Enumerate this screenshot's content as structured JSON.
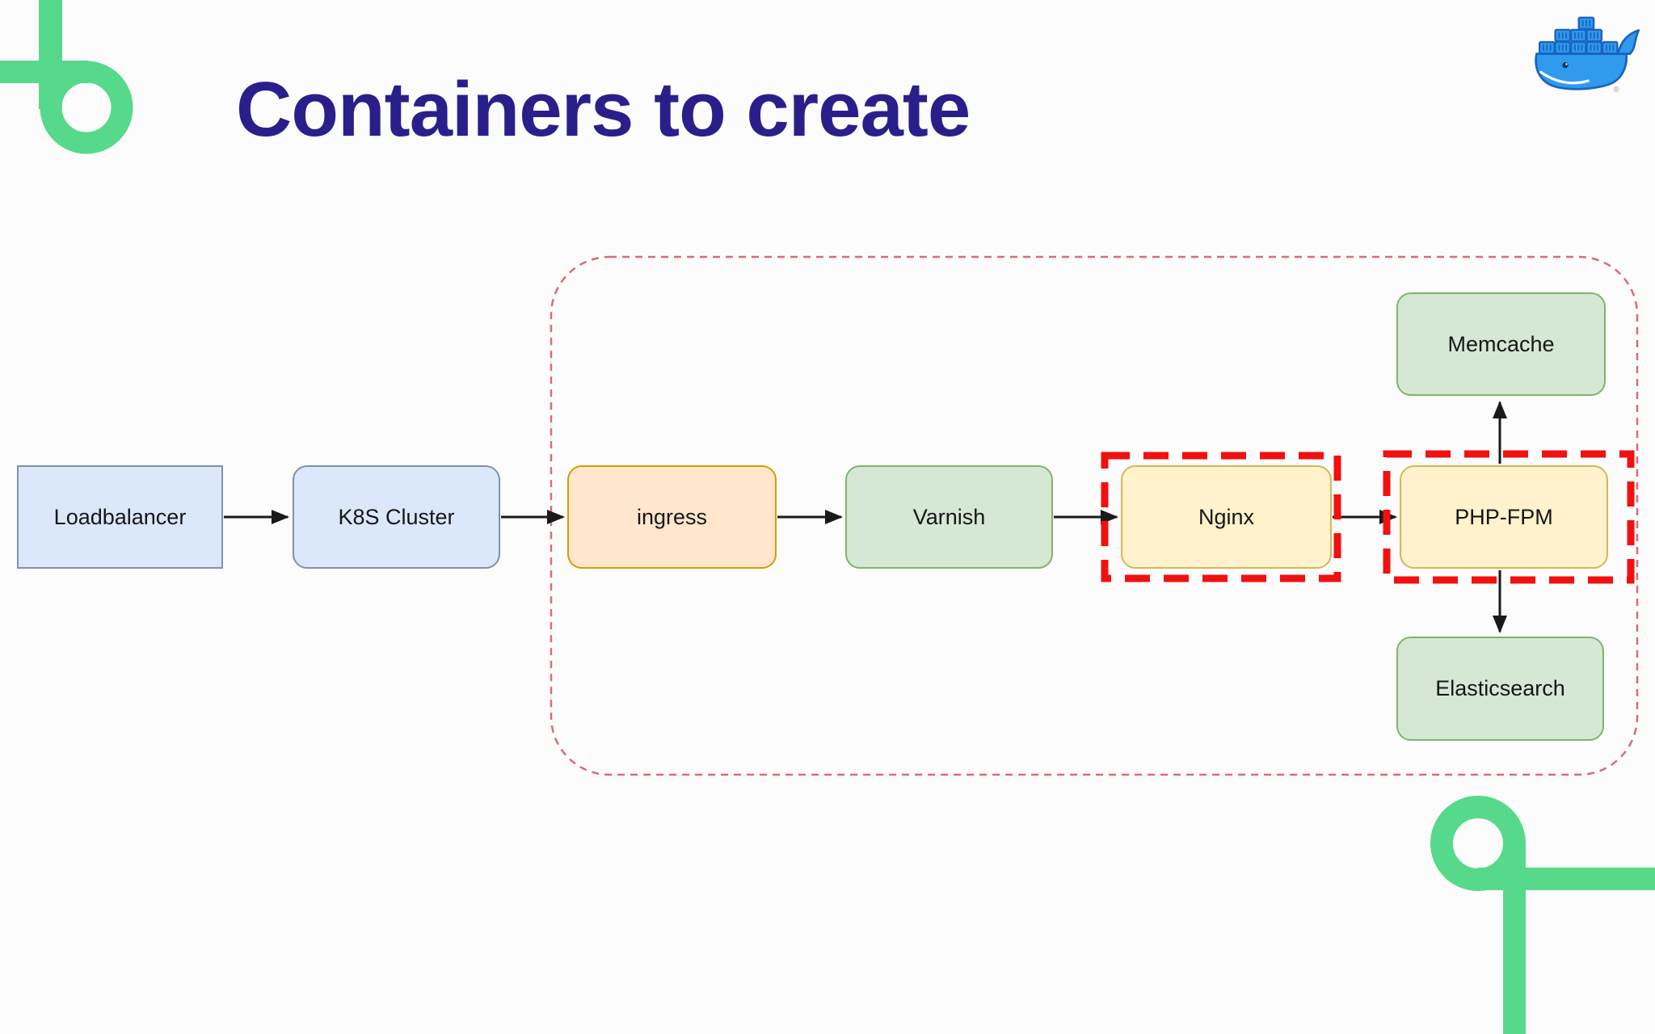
{
  "slide": {
    "title": "Containers to create",
    "title_color": "#2A1F8A",
    "background_color": "#FCFCFC"
  },
  "branding": {
    "logo": "docker-whale-logo",
    "docker_blue": "#2E9BED",
    "docker_outline": "#1B63C1",
    "registered_mark": "®",
    "corner_decoration_color": "#57D98C"
  },
  "diagram": {
    "group": {
      "purpose": "containers-to-create-boundary",
      "border_color": "#D96C78",
      "style": "thin-dashed-rounded-rect"
    },
    "highlight": {
      "color": "#F21010",
      "style": "thick-dashed-rect",
      "applies_to": [
        "Nginx",
        "PHP-FPM"
      ]
    },
    "nodes": [
      {
        "id": "loadbalancer",
        "label": "Loadbalancer",
        "fill": "#DBE8FB",
        "border": "#8091A8",
        "shape": "rect",
        "in_group": false,
        "highlighted": false
      },
      {
        "id": "k8s-cluster",
        "label": "K8S Cluster",
        "fill": "#DBE8FB",
        "border": "#8091A8",
        "shape": "rounded",
        "in_group": false,
        "highlighted": false
      },
      {
        "id": "ingress",
        "label": "ingress",
        "fill": "#FFE6CC",
        "border": "#D79B00",
        "shape": "rounded",
        "in_group": true,
        "highlighted": false
      },
      {
        "id": "varnish",
        "label": "Varnish",
        "fill": "#D5E8D4",
        "border": "#82B366",
        "shape": "rounded",
        "in_group": true,
        "highlighted": false
      },
      {
        "id": "nginx",
        "label": "Nginx",
        "fill": "#FFF2CC",
        "border": "#D6B656",
        "shape": "rounded",
        "in_group": true,
        "highlighted": true
      },
      {
        "id": "php-fpm",
        "label": "PHP-FPM",
        "fill": "#FFF2CC",
        "border": "#D6B656",
        "shape": "rounded",
        "in_group": true,
        "highlighted": true
      },
      {
        "id": "memcache",
        "label": "Memcache",
        "fill": "#D5E8D4",
        "border": "#82B366",
        "shape": "rounded",
        "in_group": true,
        "highlighted": false
      },
      {
        "id": "elasticsearch",
        "label": "Elasticsearch",
        "fill": "#D5E8D4",
        "border": "#82B366",
        "shape": "rounded",
        "in_group": true,
        "highlighted": false
      }
    ],
    "edges": [
      {
        "from": "Loadbalancer",
        "to": "K8S Cluster"
      },
      {
        "from": "K8S Cluster",
        "to": "ingress"
      },
      {
        "from": "ingress",
        "to": "Varnish"
      },
      {
        "from": "Varnish",
        "to": "Nginx"
      },
      {
        "from": "Nginx",
        "to": "PHP-FPM"
      },
      {
        "from": "PHP-FPM",
        "to": "Memcache"
      },
      {
        "from": "PHP-FPM",
        "to": "Elasticsearch"
      }
    ]
  }
}
